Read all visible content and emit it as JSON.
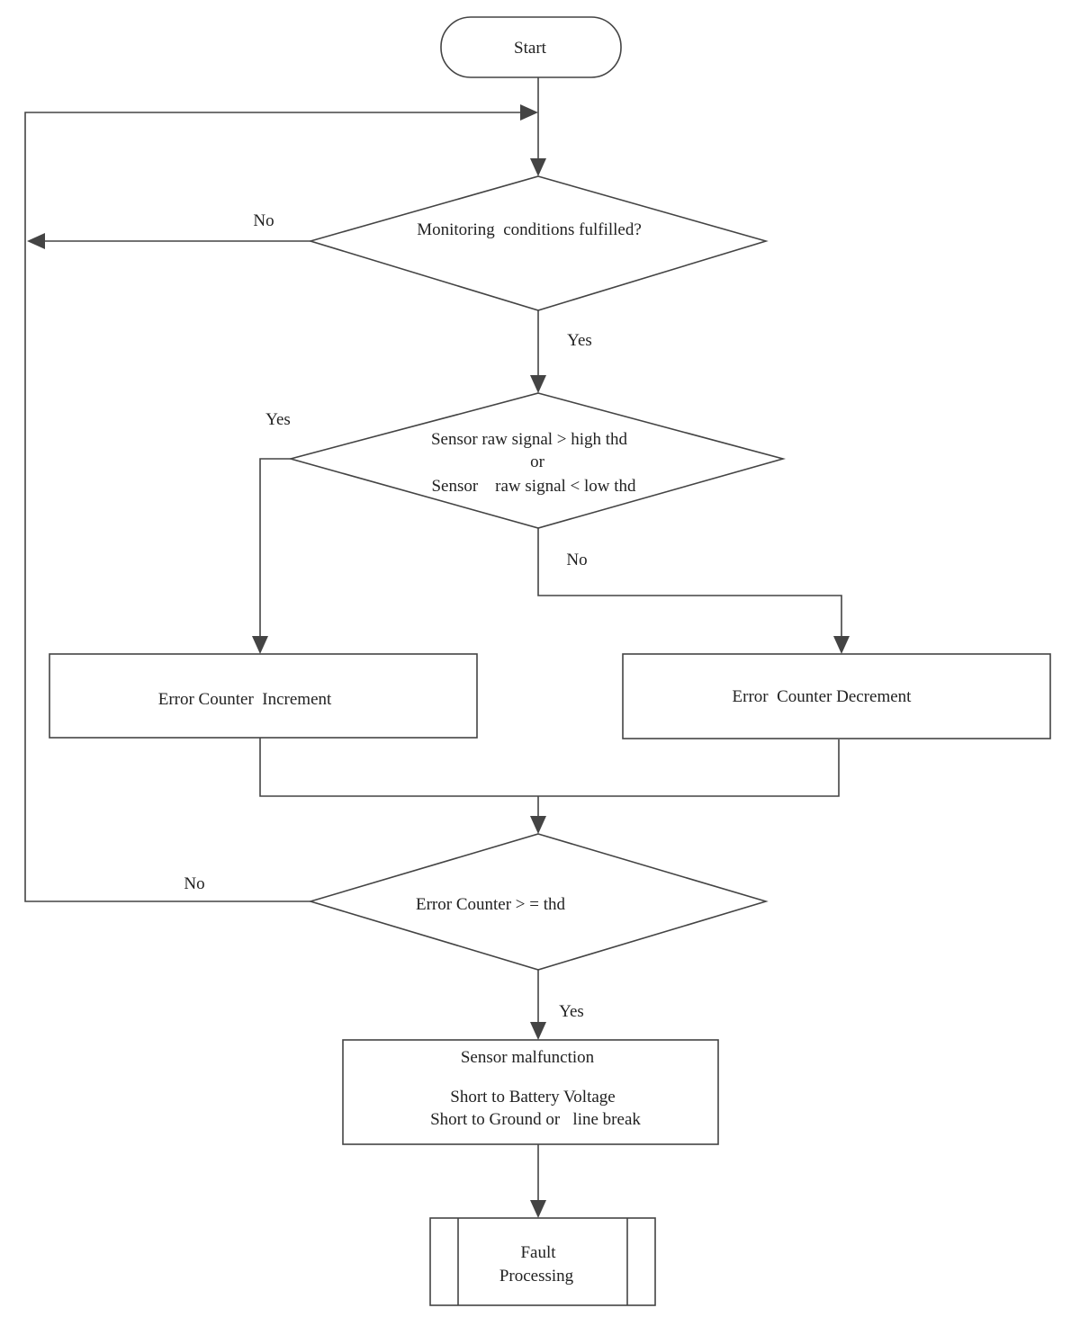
{
  "nodes": {
    "start": "Start",
    "monitoring": "Monitoring  conditions fulfilled?",
    "signal_check": {
      "line1": "Sensor raw signal > high thd",
      "line2": "or",
      "line3": "Sensor    raw signal < low thd"
    },
    "increment": "Error Counter  Increment",
    "decrement": "Error  Counter Decrement",
    "counter_check": "Error Counter > = thd",
    "malfunction": {
      "title": "Sensor malfunction",
      "line1": "Short to Battery Voltage",
      "line2": "Short to Ground or   line break"
    },
    "fault": {
      "line1": "Fault",
      "line2": "Processing"
    }
  },
  "edge_labels": {
    "monitoring_no": "No",
    "monitoring_yes": "Yes",
    "signal_yes": "Yes",
    "signal_no": "No",
    "counter_no": "No",
    "counter_yes": "Yes"
  }
}
